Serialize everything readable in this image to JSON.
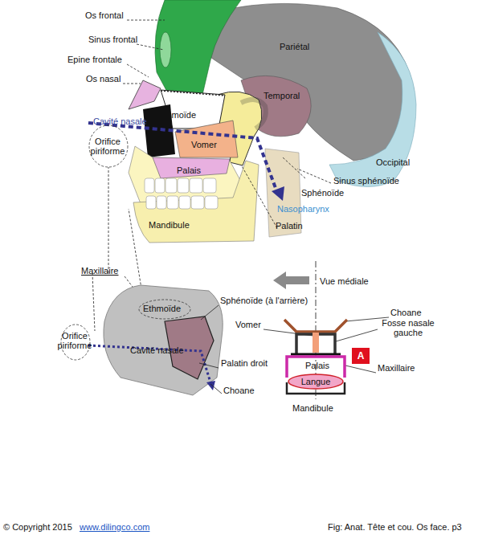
{
  "diagram": {
    "caption": "Fig: Anat. Tête et cou. Os face. p3",
    "nodes": [
      {
        "text": [
          "A"
        ]
      },
      {
        "text": [
          "Langue"
        ]
      }
    ],
    "labels": [
      "Os frontal",
      "Sinus frontal",
      "Epine frontale",
      "Os nasal",
      "Pariétal",
      "Ethmoïde",
      "Temporal",
      "Cavité nasale",
      "Orifice piriforme",
      "Vomer",
      "Occipital",
      "Palais",
      "Sinus sphénoïde",
      "Sphénoïde",
      "Nasopharynx",
      "Mandibule",
      "Palatin",
      "Maxillaire",
      "Ethmoïde",
      "Sphénoïde (à l'arrière)",
      "Vue médiale",
      "Orifice piriforme",
      "Cavité nasale",
      "Vomer",
      "Choane",
      "Fosse nasale gauche",
      "Palais",
      "Maxillaire",
      "Palatin droit",
      "Choane",
      "Mandibule",
      "© Copyright 2015",
      "www.dilingco.com"
    ]
  }
}
